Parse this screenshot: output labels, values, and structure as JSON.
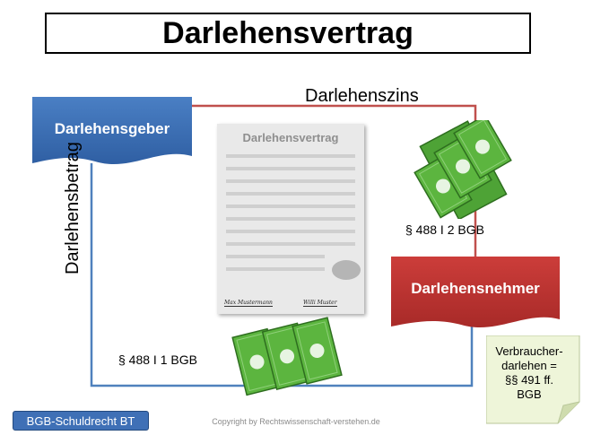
{
  "title": "Darlehensvertrag",
  "lender": "Darlehensgeber",
  "borrower": "Darlehensnehmer",
  "document": {
    "title": "Darlehensvertrag",
    "signature_left": "Max Mustermann",
    "signature_right": "Willi Muster"
  },
  "interest_label": "Darlehenszins",
  "amount_label": "Darlehensbetrag",
  "section_right": "§ 488 I 2 BGB",
  "section_bottom": "§ 488 I 1 BGB",
  "note": {
    "line1": "Verbraucher-",
    "line2": "darlehen =",
    "line3": "§§ 491 ff.",
    "line4": "BGB"
  },
  "badge": "BGB-Schuldrecht BT",
  "copyright": "Copyright by Rechtswissenschaft-verstehen.de",
  "colors": {
    "lender_blue": "#3c6fb4",
    "borrower_red": "#b93434",
    "arrow_red": "#c0504d",
    "arrow_blue": "#4f81bd",
    "money_green": "#4ea336"
  },
  "icons": [
    "money-bills-icon",
    "money-bills-icon"
  ]
}
